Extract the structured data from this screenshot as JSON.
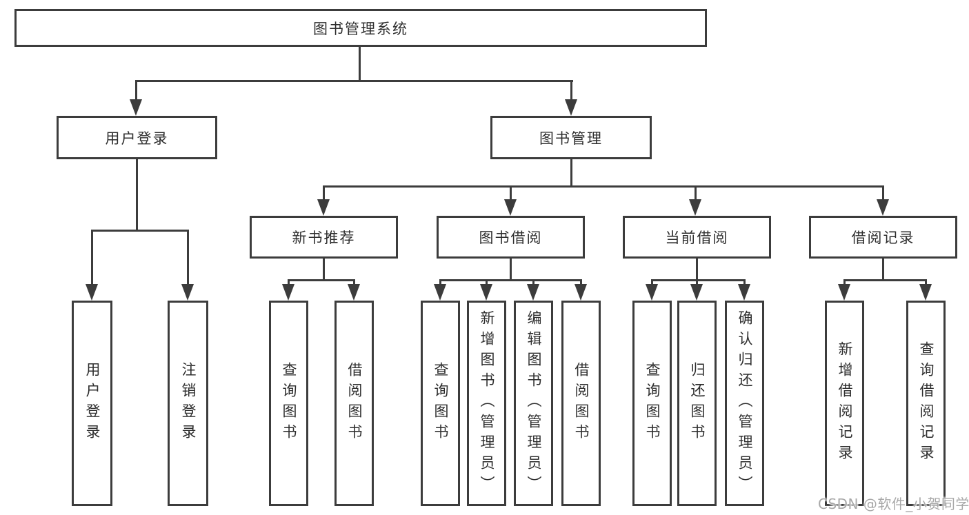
{
  "colors": {
    "line": "#3c3c3c",
    "text": "#2e2e2e",
    "watermark_text": "#a8a8a8",
    "background": "#ffffff"
  },
  "tree": {
    "root": {
      "label": "图书管理系统"
    },
    "branches": [
      {
        "label": "用户登录",
        "children": [
          {
            "label": "用户登录"
          },
          {
            "label": "注销登录"
          }
        ]
      },
      {
        "label": "图书管理",
        "children": [
          {
            "label": "新书推荐",
            "children": [
              {
                "label": "查询图书"
              },
              {
                "label": "借阅图书"
              }
            ]
          },
          {
            "label": "图书借阅",
            "children": [
              {
                "label": "查询图书"
              },
              {
                "label": "新增图书（管理员）"
              },
              {
                "label": "编辑图书（管理员）"
              },
              {
                "label": "借阅图书"
              }
            ]
          },
          {
            "label": "当前借阅",
            "children": [
              {
                "label": "查询图书"
              },
              {
                "label": "归还图书"
              },
              {
                "label": "确认归还（管理员）"
              }
            ]
          },
          {
            "label": "借阅记录",
            "children": [
              {
                "label": "新增借阅记录"
              },
              {
                "label": "查询借阅记录"
              }
            ]
          }
        ]
      }
    ]
  },
  "watermark": {
    "text": "CSDN @软件_小贺同学"
  }
}
